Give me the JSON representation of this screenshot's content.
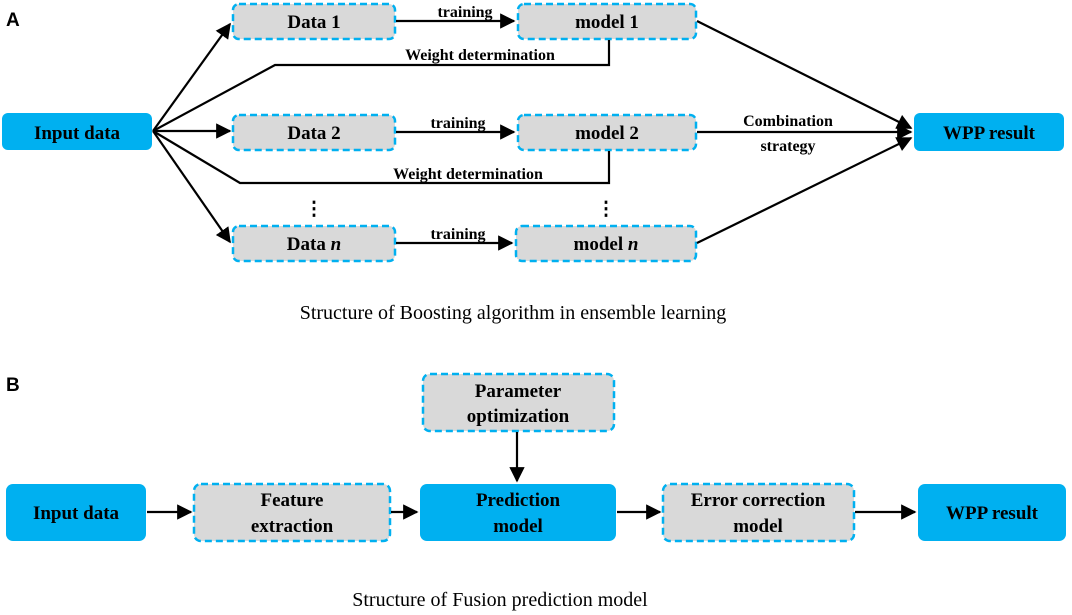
{
  "panel_a": {
    "letter": "A",
    "input": "Input data",
    "data_boxes": [
      "Data 1",
      "Data 2",
      "Data "
    ],
    "data_n_italic": "n",
    "model_boxes": [
      "model 1",
      "model 2",
      "model "
    ],
    "model_n_italic": "n",
    "edge_training": "training",
    "weight_label": "Weight determination",
    "combo_line1": "Combination",
    "combo_line2": "strategy",
    "ellipsis": "⋮",
    "output": "WPP result",
    "caption": "Structure of Boosting algorithm in ensemble learning"
  },
  "panel_b": {
    "letter": "B",
    "input": "Input data",
    "feature_l1": "Feature",
    "feature_l2": "extraction",
    "param_l1": "Parameter",
    "param_l2": "optimization",
    "pred_l1": "Prediction",
    "pred_l2": "model",
    "err_l1": "Error correction",
    "err_l2": "model",
    "output": "WPP result",
    "caption": "Structure of Fusion prediction model"
  }
}
